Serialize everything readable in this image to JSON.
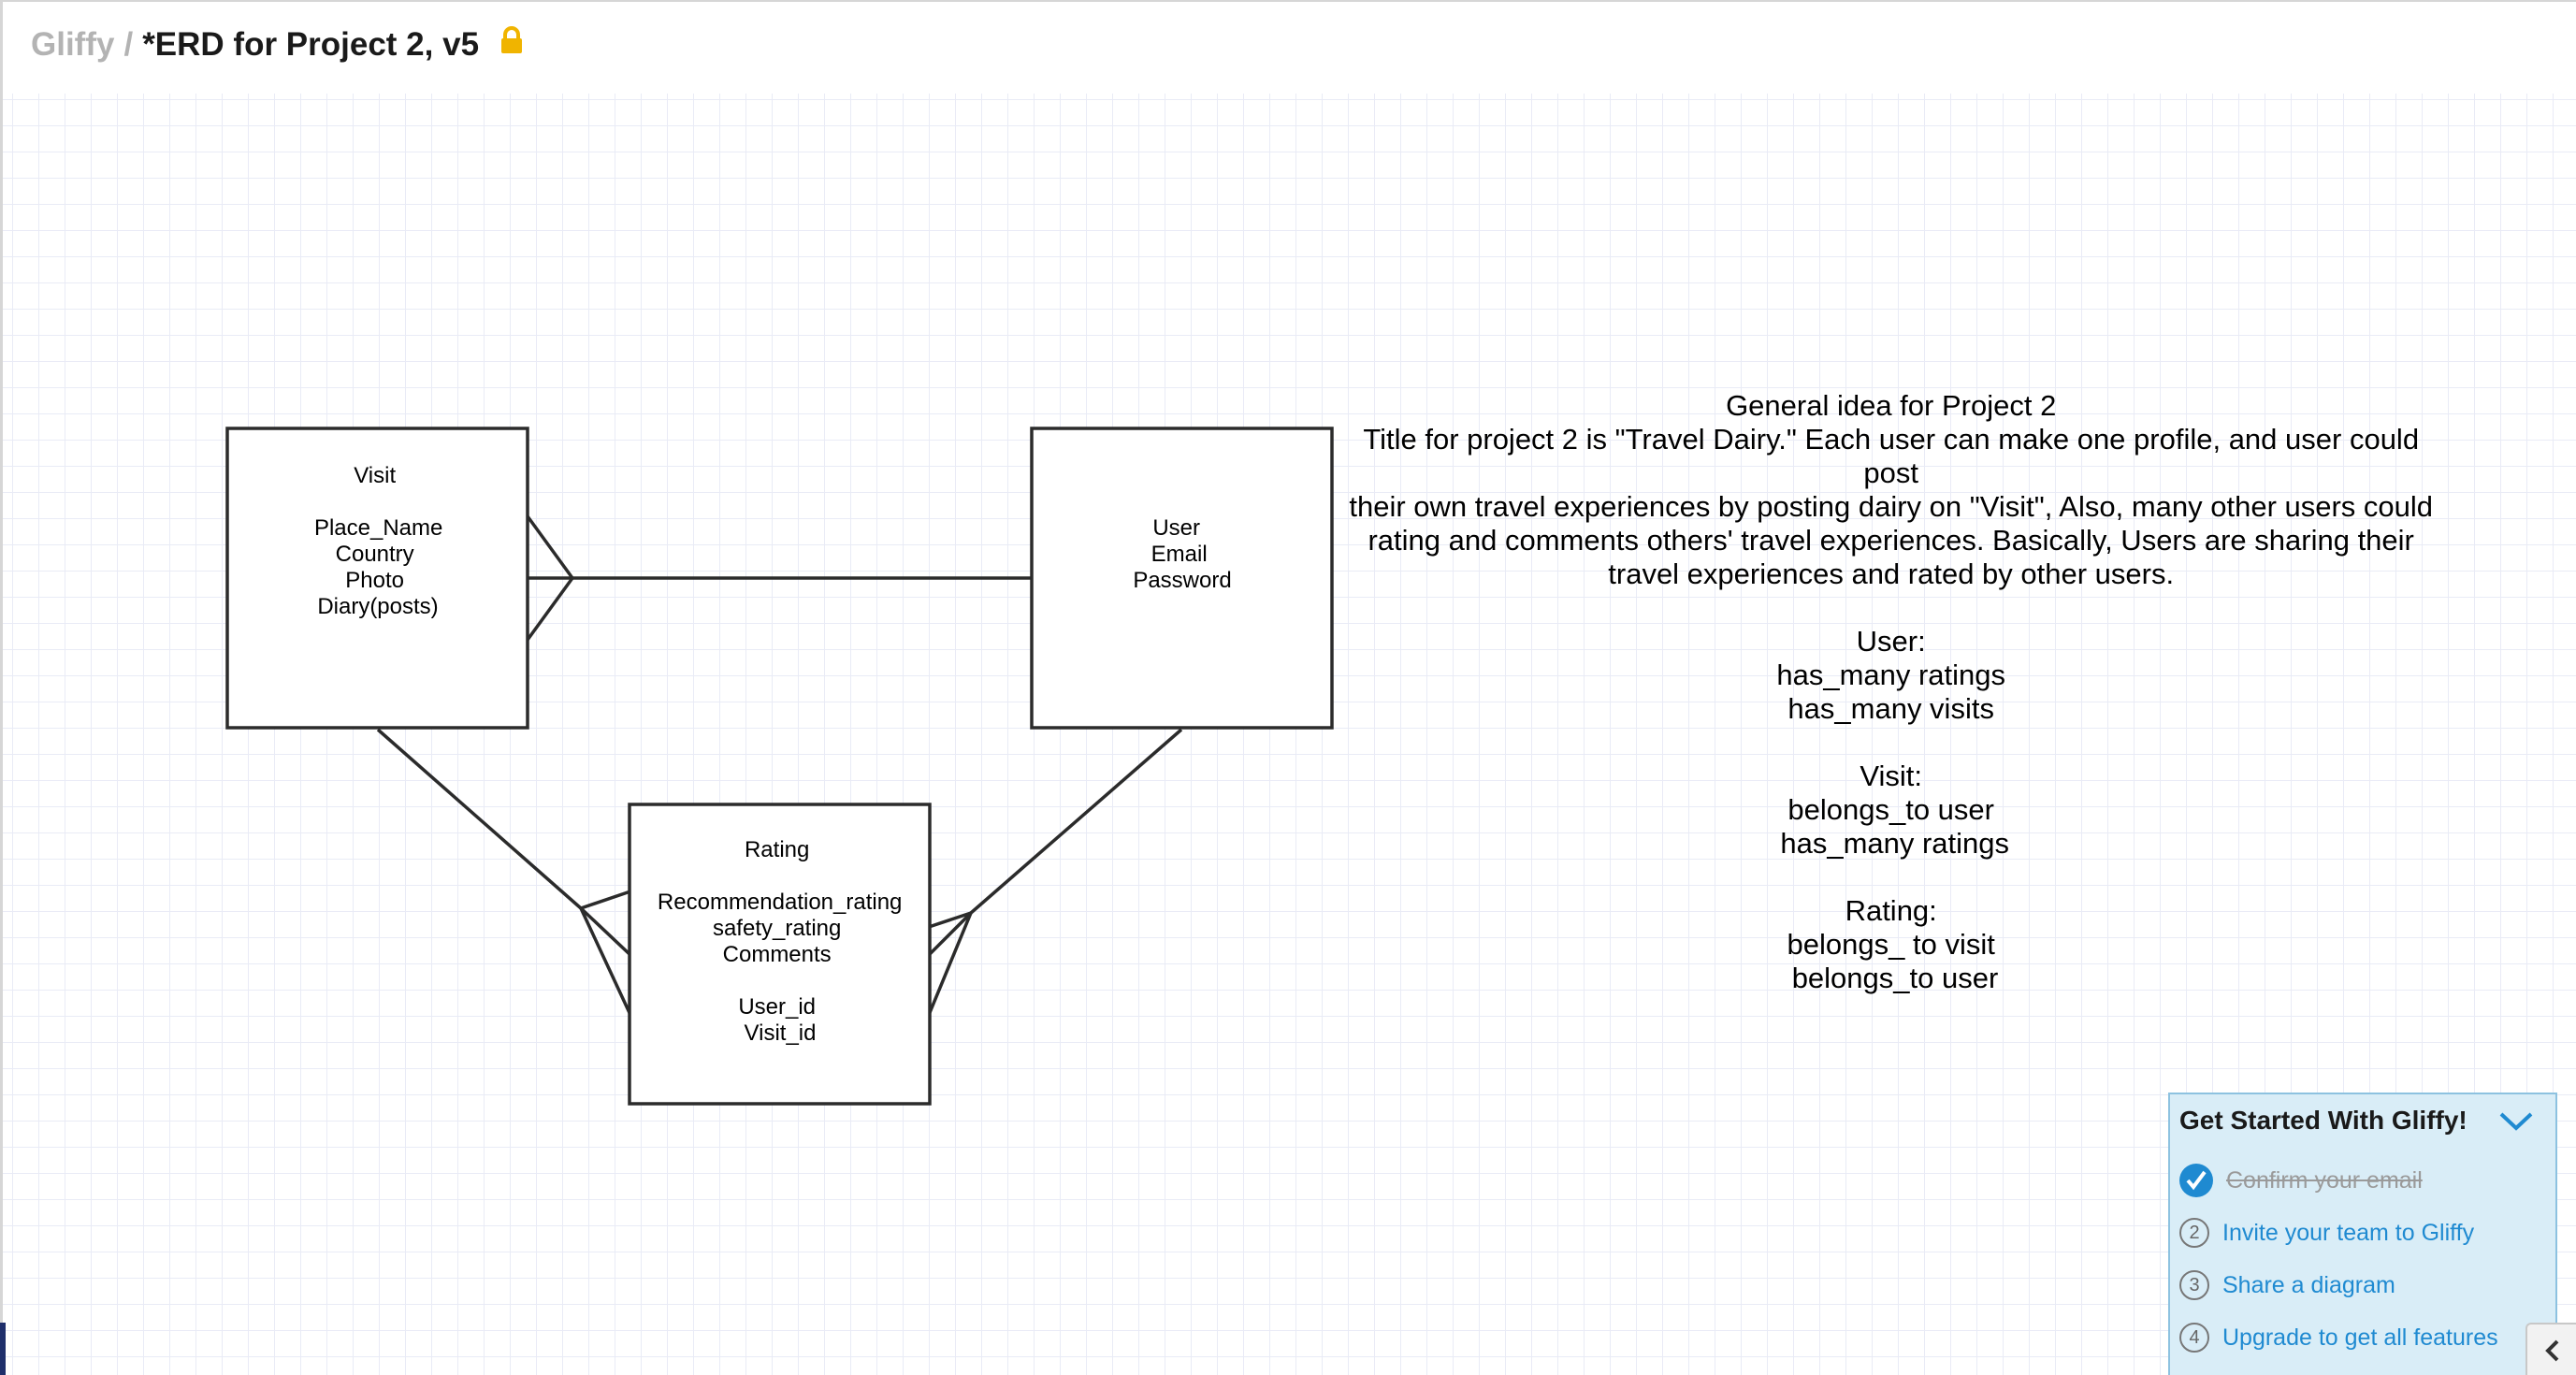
{
  "header": {
    "app_name": "Gliffy",
    "separator": "/",
    "document_title": "*ERD for Project 2, v5",
    "lock_icon": "lock-icon",
    "lock_color": "#f0b400"
  },
  "diagram": {
    "entities": {
      "visit": {
        "lines": [
          "Visit",
          "",
          "Place_Name",
          "Country",
          "Photo",
          "Diary(posts)"
        ]
      },
      "user": {
        "lines": [
          "User",
          "Email",
          "Password"
        ]
      },
      "rating": {
        "lines": [
          "Rating",
          "",
          "Recommendation_rating",
          "safety_rating",
          "Comments",
          "",
          "User_id",
          "Visit_id"
        ]
      }
    },
    "note": {
      "lines": [
        "General idea for Project 2",
        "Title for project 2 is \"Travel Dairy.\" Each user can make one profile, and user could",
        "post",
        "their own travel experiences by posting dairy on \"Visit\", Also, many other users could",
        "rating and comments others' travel experiences. Basically, Users are sharing their",
        "travel experiences and rated by other users.",
        "",
        "User:",
        "has_many ratings",
        "has_many visits",
        "",
        "Visit:",
        "belongs_to user",
        "has_many ratings",
        "",
        "Rating:",
        "belongs_ to visit",
        "belongs_to user"
      ]
    }
  },
  "get_started": {
    "title": "Get Started With Gliffy!",
    "toggle_icon": "chevron-down-icon",
    "items": [
      {
        "number": "",
        "label": "Confirm your email",
        "done": true
      },
      {
        "number": "2",
        "label": "Invite your team to Gliffy",
        "done": false
      },
      {
        "number": "3",
        "label": "Share a diagram",
        "done": false
      },
      {
        "number": "4",
        "label": "Upgrade to get all features",
        "done": false
      }
    ],
    "accent_color": "#1f8ad1",
    "panel_color": "#d9edf7"
  },
  "collapse_tab": {
    "icon": "chevron-left-icon"
  }
}
